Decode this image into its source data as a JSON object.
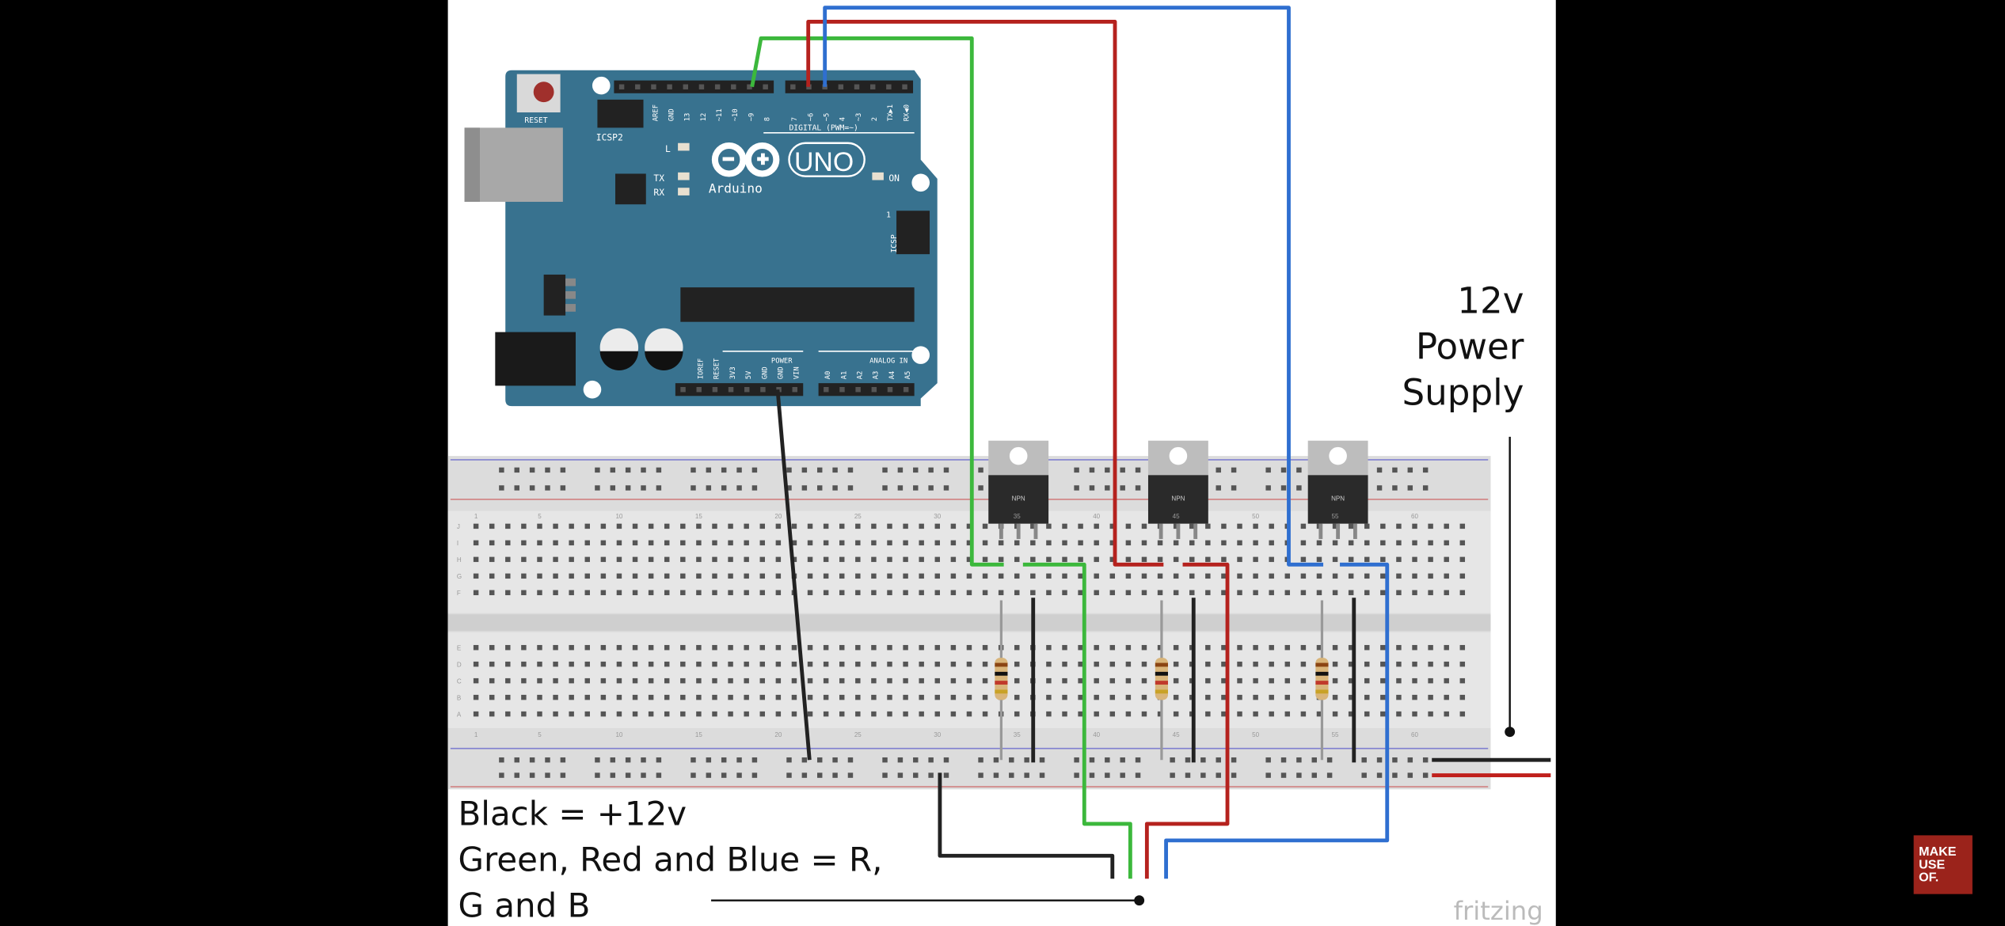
{
  "arduino": {
    "reset_label": "RESET",
    "icsp2_label": "ICSP2",
    "icsp_label": "ICSP",
    "icsp_pin1": "1",
    "led_l": "L",
    "led_tx": "TX",
    "led_rx": "RX",
    "led_on": "ON",
    "model": "UNO",
    "brand": "Arduino",
    "digital_label": "DIGITAL (PWM=~)",
    "power_label": "POWER",
    "analog_label": "ANALOG IN",
    "digital_pins_left": [
      "AREF",
      "GND",
      "13",
      "12",
      "~11",
      "~10",
      "~9",
      "8"
    ],
    "digital_pins_right": [
      "7",
      "~6",
      "~5",
      "4",
      "~3",
      "2",
      "TX▶1",
      "RX◀0"
    ],
    "power_pins": [
      "IOREF",
      "RESET",
      "3V3",
      "5V",
      "GND",
      "GND",
      "VIN"
    ],
    "analog_pins": [
      "A0",
      "A1",
      "A2",
      "A3",
      "A4",
      "A5"
    ]
  },
  "breadboard": {
    "column_numbers": [
      "1",
      "5",
      "10",
      "15",
      "20",
      "25",
      "30",
      "35",
      "40",
      "45",
      "50",
      "55",
      "60"
    ],
    "rows_top": [
      "J",
      "I",
      "H",
      "G",
      "F"
    ],
    "rows_bottom": [
      "E",
      "D",
      "C",
      "B",
      "A"
    ]
  },
  "transistors": [
    {
      "label": "NPN"
    },
    {
      "label": "NPN"
    },
    {
      "label": "NPN"
    }
  ],
  "wire_colors": {
    "green": "#3cb83c",
    "red": "#b5221e",
    "blue": "#2f6fd0",
    "black": "#222222"
  },
  "annotations": {
    "power_supply": [
      "12v",
      "Power",
      "Supply"
    ],
    "legend": [
      "Black = +12v",
      "Green, Red and Blue = R,",
      "G and B"
    ]
  },
  "watermark": "fritzing",
  "channel_logo": [
    "MAKE",
    "USE",
    "OF."
  ]
}
